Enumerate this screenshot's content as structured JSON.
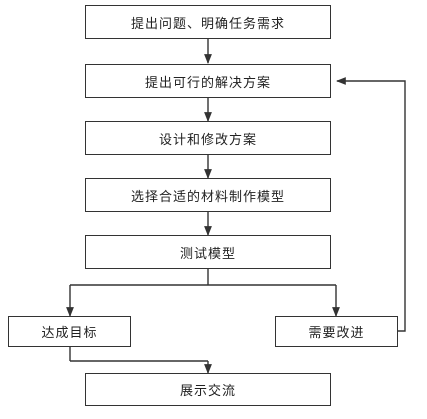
{
  "steps": {
    "step1": "提出问题、明确任务需求",
    "step2": "提出可行的解决方案",
    "step3": "设计和修改方案",
    "step4": "选择合适的材料制作模型",
    "step5": "测试模型",
    "achieve": "达成目标",
    "improve": "需要改进",
    "present": "展示交流"
  }
}
